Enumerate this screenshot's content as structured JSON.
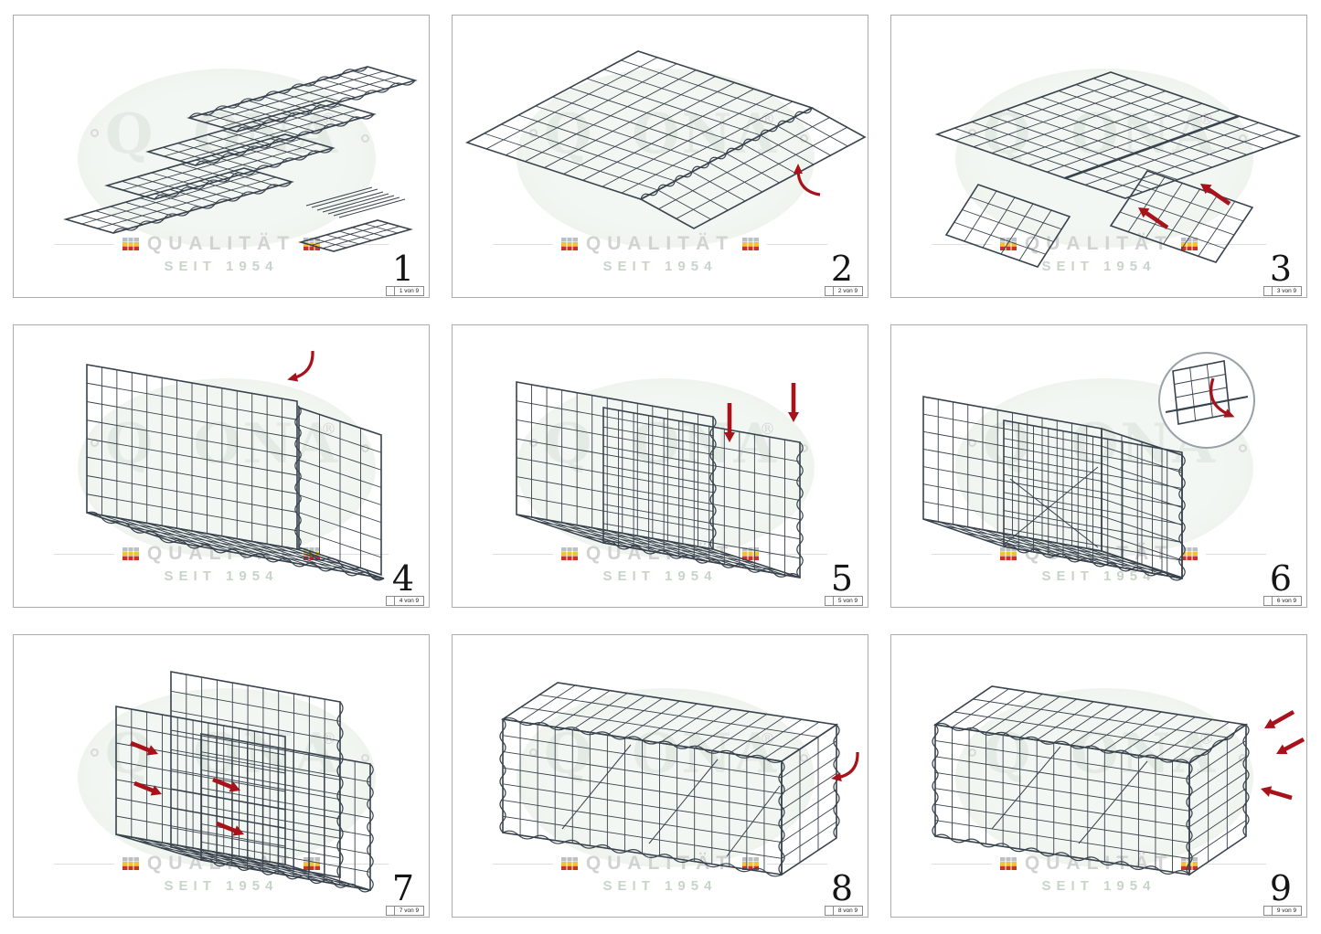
{
  "watermark": {
    "registered_mark": "®",
    "brand_fragment_left": "Q",
    "brand_fragment_right": "ONA",
    "quality_text": "QUALITÄT",
    "since_text": "SEIT 1954"
  },
  "colors": {
    "mesh": "#39434d",
    "action_arrow": "#a8121a",
    "inset_stroke": "#98a0a8",
    "watermark_green": "#eff4ef",
    "flag_yellow": "#f1c232",
    "flag_red": "#cc3226"
  },
  "panels": [
    {
      "step": "1",
      "page_label": "1 von 9"
    },
    {
      "step": "2",
      "page_label": "2 von 9"
    },
    {
      "step": "3",
      "page_label": "3 von 9"
    },
    {
      "step": "4",
      "page_label": "4 von 9"
    },
    {
      "step": "5",
      "page_label": "5 von 9"
    },
    {
      "step": "6",
      "page_label": "6 von 9"
    },
    {
      "step": "7",
      "page_label": "7 von 9"
    },
    {
      "step": "8",
      "page_label": "8 von 9"
    },
    {
      "step": "9",
      "page_label": "9 von 9"
    }
  ]
}
